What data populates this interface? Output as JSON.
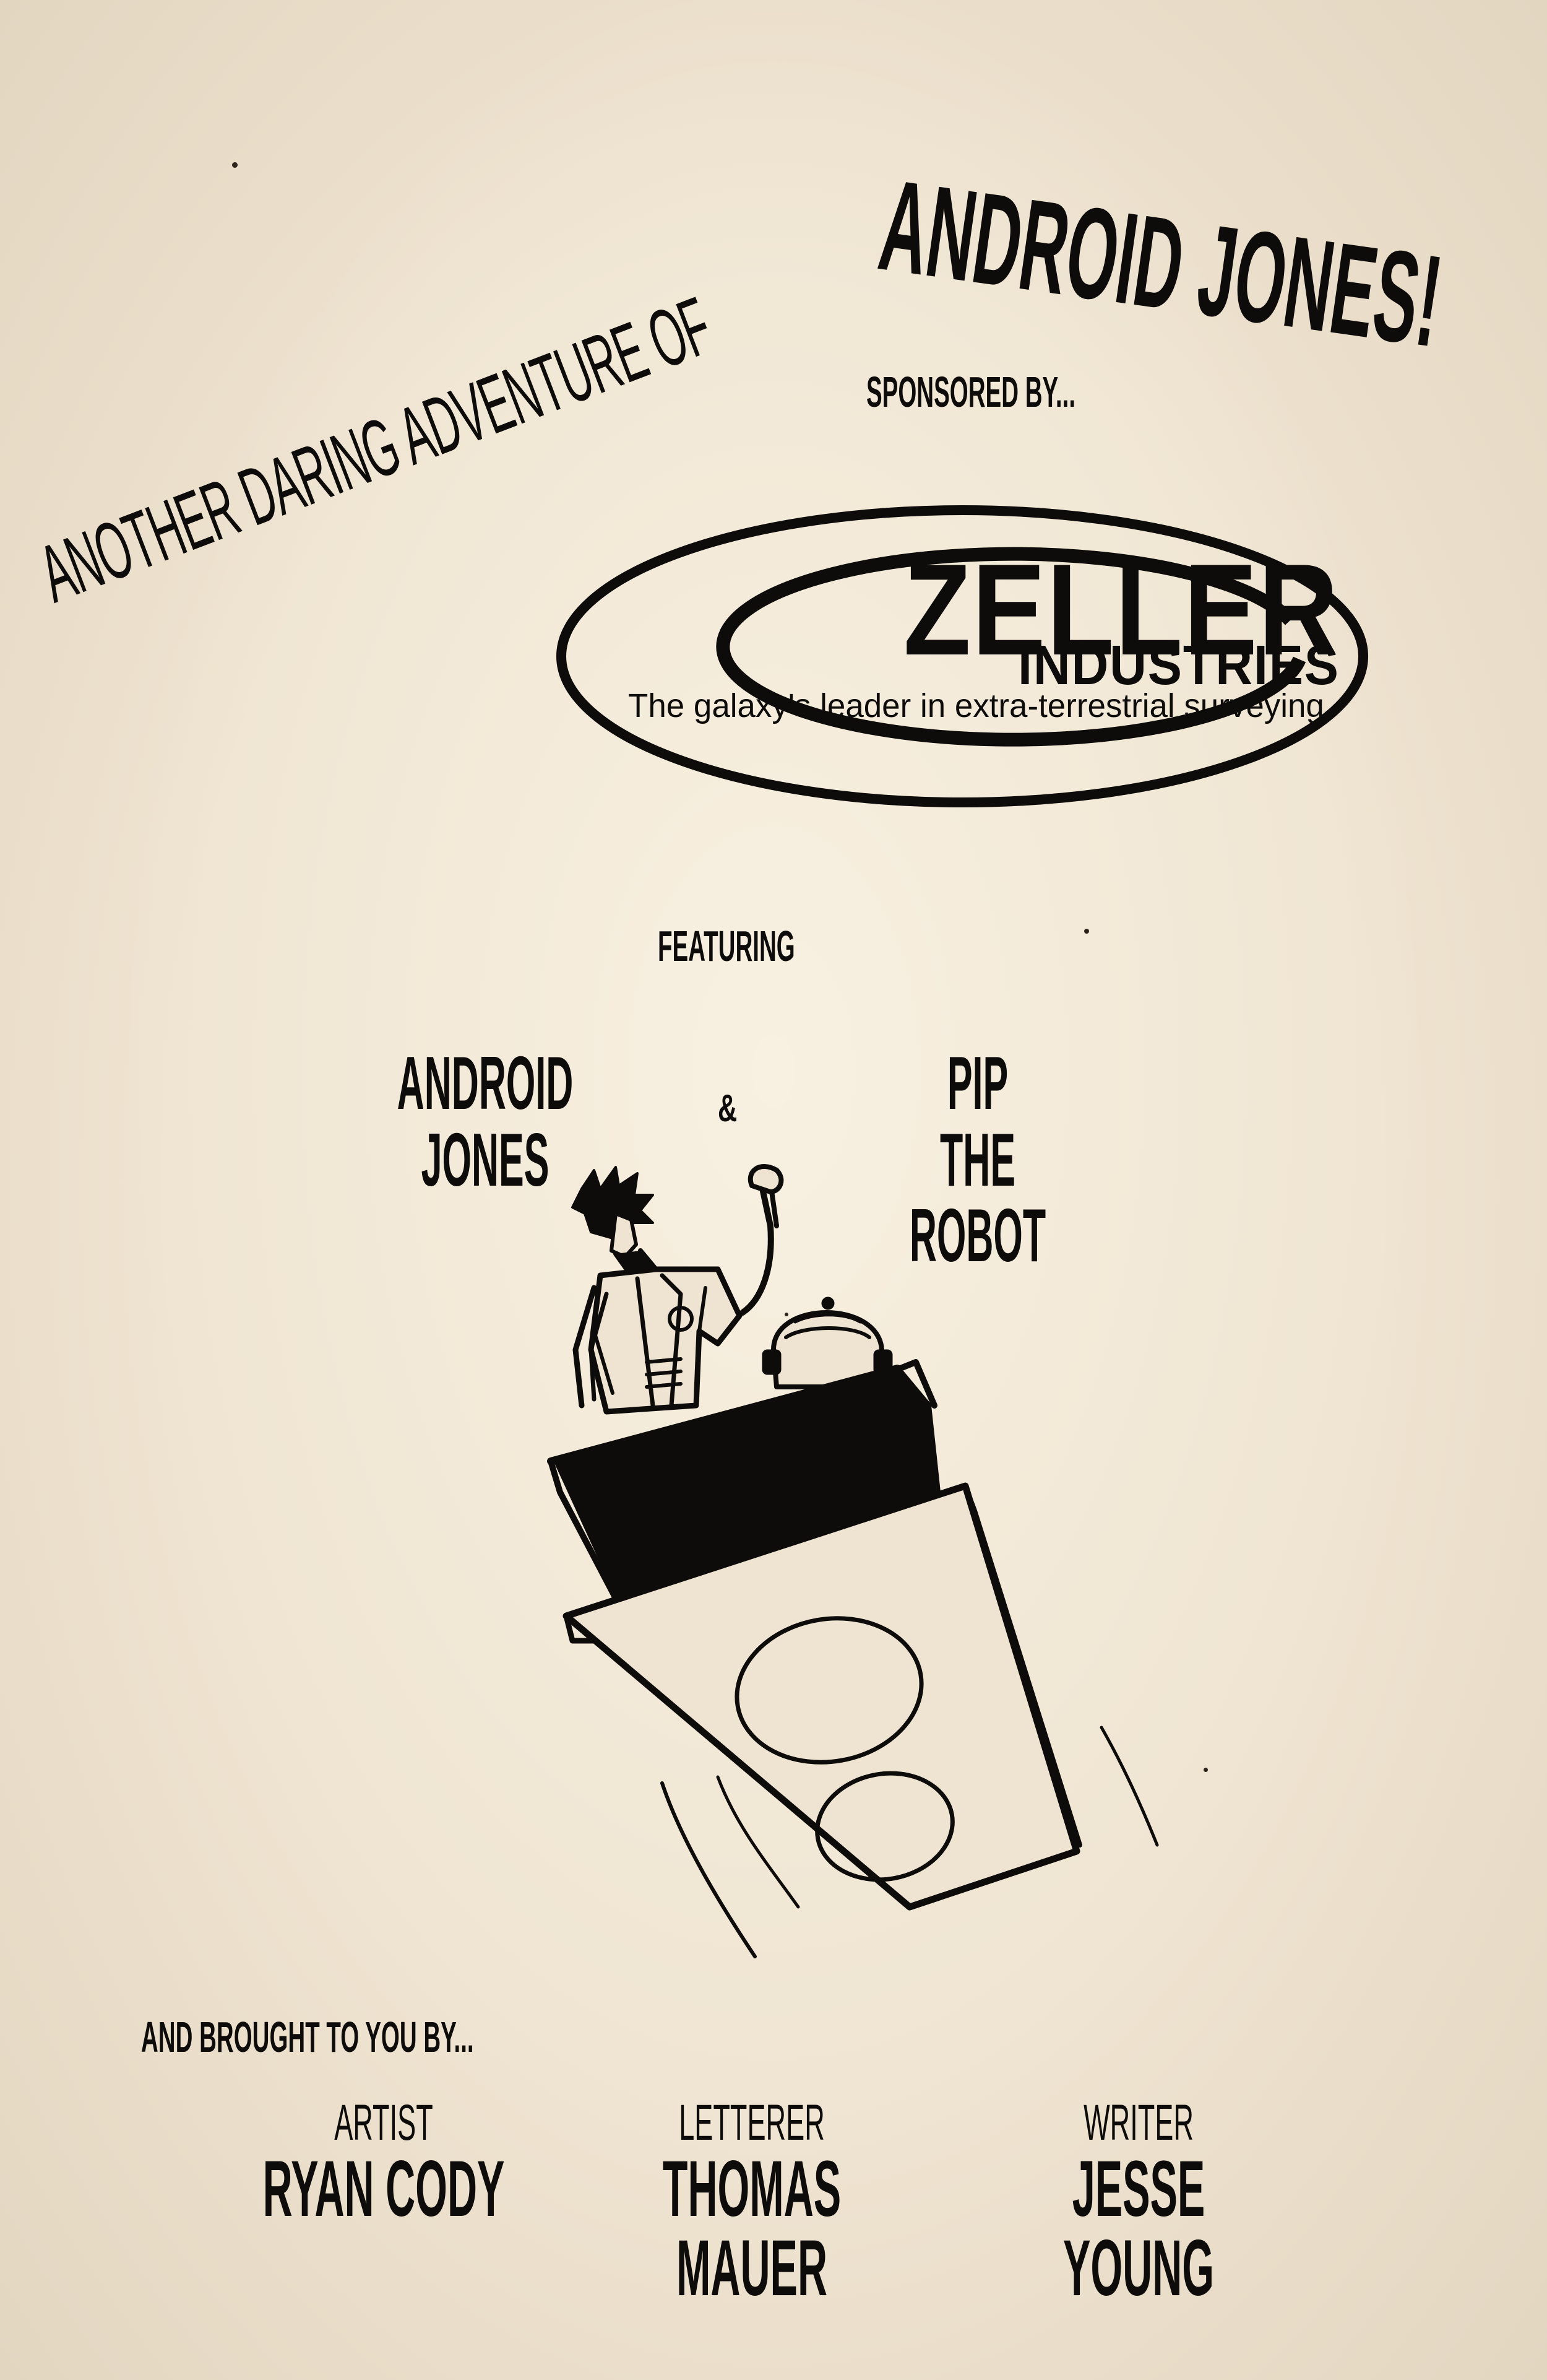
{
  "title": {
    "prefix": "ANOTHER DARING ADVENTURE OF",
    "hero": "ANDROID JONES!"
  },
  "sponsor": {
    "heading": "SPONSORED BY...",
    "logo": {
      "company": "ZELLER",
      "division": "INDUSTRIES",
      "tagline": "The galaxy's leader in extra-terrestrial surveying"
    }
  },
  "featuring": {
    "heading": "FEATURING",
    "characters": [
      {
        "line1": "ANDROID",
        "line2": "JONES"
      },
      {
        "line1": "PIP",
        "line2": "THE ROBOT"
      }
    ],
    "joiner": "&"
  },
  "credits": {
    "heading": "AND BROUGHT TO YOU BY...",
    "people": [
      {
        "role": "ARTIST",
        "name": "RYAN CODY"
      },
      {
        "role": "LETTERER",
        "name": "THOMAS MAUER"
      },
      {
        "role": "WRITER",
        "name": "JESSE YOUNG"
      }
    ]
  },
  "colors": {
    "paper": "#efe4d1",
    "ink": "#0d0c0b"
  }
}
